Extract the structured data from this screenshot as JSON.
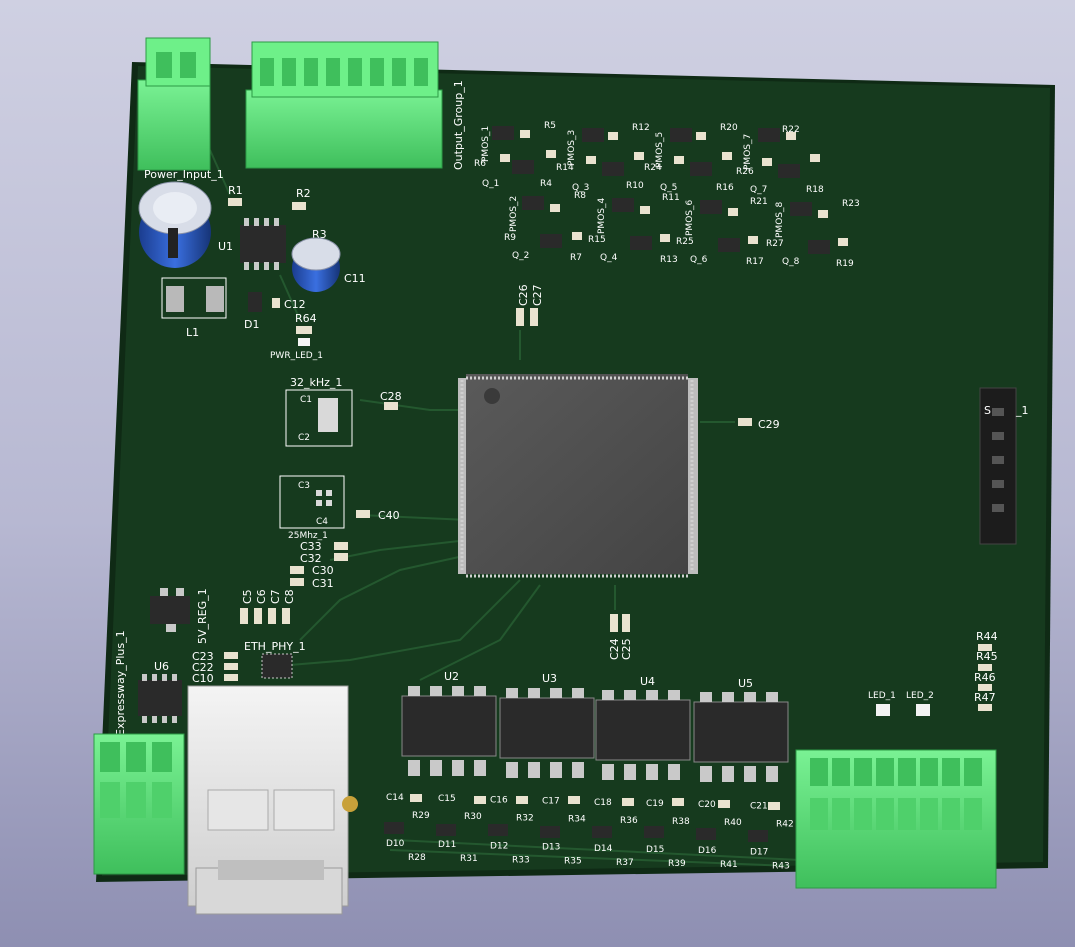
{
  "board": {
    "colors": {
      "pcb": "#163a1e",
      "pcb_edge": "#0f2a15",
      "trace": "#1f4d29",
      "silkscreen": "#ffffff",
      "terminal": "#5ee37a",
      "ic_body": "#2a2a2a",
      "pad": "#c9c9c9",
      "background": "#b7b8d2"
    },
    "labels": {
      "power_input": "Power_Input_1",
      "output_group": "Output_Group_1",
      "u1": "U1",
      "r1": "R1",
      "r2": "R2",
      "r3": "R3",
      "c11": "C11",
      "c12": "C12",
      "l1": "L1",
      "d1": "D1",
      "r64": "R64",
      "pwr_led": "PWR_LED_1",
      "crystal_32k": "32_kHz_1",
      "c1": "C1",
      "c2": "C2",
      "c28": "C28",
      "c29": "C29",
      "c26": "C26",
      "c27": "C27",
      "c3": "C3",
      "c4": "C4",
      "c40": "C40",
      "crystal_25m": "25Mhz_1",
      "c33": "C33",
      "c32": "C32",
      "c30": "C30",
      "c31": "C31",
      "c5": "C5",
      "c6": "C6",
      "c7": "C7",
      "c8": "C8",
      "reg_5v": "5V_REG_1",
      "eth_phy": "ETH_PHY_1",
      "c23": "C23",
      "c22": "C22",
      "c10": "C10",
      "u6": "U6",
      "expressway": "Expressway_Plus_1",
      "c24": "C24",
      "c25": "C25",
      "s_header": "S",
      "s_header_suffix": "_1",
      "u2": "U2",
      "u3": "U3",
      "u4": "U4",
      "u5": "U5",
      "led1": "LED_1",
      "led2": "LED_2",
      "r44": "R44",
      "r45": "R45",
      "r46": "R46",
      "r47": "R47"
    },
    "pmos_rows": [
      {
        "pmos": "PMOS_1",
        "q": "Q_1",
        "ra": "R5",
        "rb": "R6",
        "rc": "R4"
      },
      {
        "pmos": "PMOS_3",
        "q": "Q_3",
        "ra": "R12",
        "rb": "R14",
        "rc": "R10"
      },
      {
        "pmos": "PMOS_5",
        "q": "Q_5",
        "ra": "R20",
        "rb": "R24",
        "rc": "R16"
      },
      {
        "pmos": "PMOS_7",
        "q": "Q_7",
        "ra": "R22",
        "rb": "R26",
        "rc": "R18"
      },
      {
        "pmos": "PMOS_2",
        "q": "Q_2",
        "ra": "R8",
        "rb": "R9",
        "rc": "R7"
      },
      {
        "pmos": "PMOS_4",
        "q": "Q_4",
        "ra": "R11",
        "rb": "R15",
        "rc": "R13"
      },
      {
        "pmos": "PMOS_6",
        "q": "Q_6",
        "ra": "R21",
        "rb": "R25",
        "rc": "R17"
      },
      {
        "pmos": "PMOS_8",
        "q": "Q_8",
        "ra": "R23",
        "rb": "R27",
        "rc": "R19"
      }
    ],
    "bottom_parts": [
      {
        "c": "C14",
        "d": "D10",
        "ra": "R29",
        "rb": "R28"
      },
      {
        "c": "C15",
        "d": "D11",
        "ra": "R30",
        "rb": "R31"
      },
      {
        "c": "C16",
        "d": "D12",
        "ra": "R32",
        "rb": "R33"
      },
      {
        "c": "C17",
        "d": "D13",
        "ra": "R34",
        "rb": "R35"
      },
      {
        "c": "C18",
        "d": "D14",
        "ra": "R36",
        "rb": "R37"
      },
      {
        "c": "C19",
        "d": "D15",
        "ra": "R38",
        "rb": "R39"
      },
      {
        "c": "C20",
        "d": "D16",
        "ra": "R40",
        "rb": "R41"
      },
      {
        "c": "C21",
        "d": "D17",
        "ra": "R42",
        "rb": "R43"
      }
    ]
  }
}
